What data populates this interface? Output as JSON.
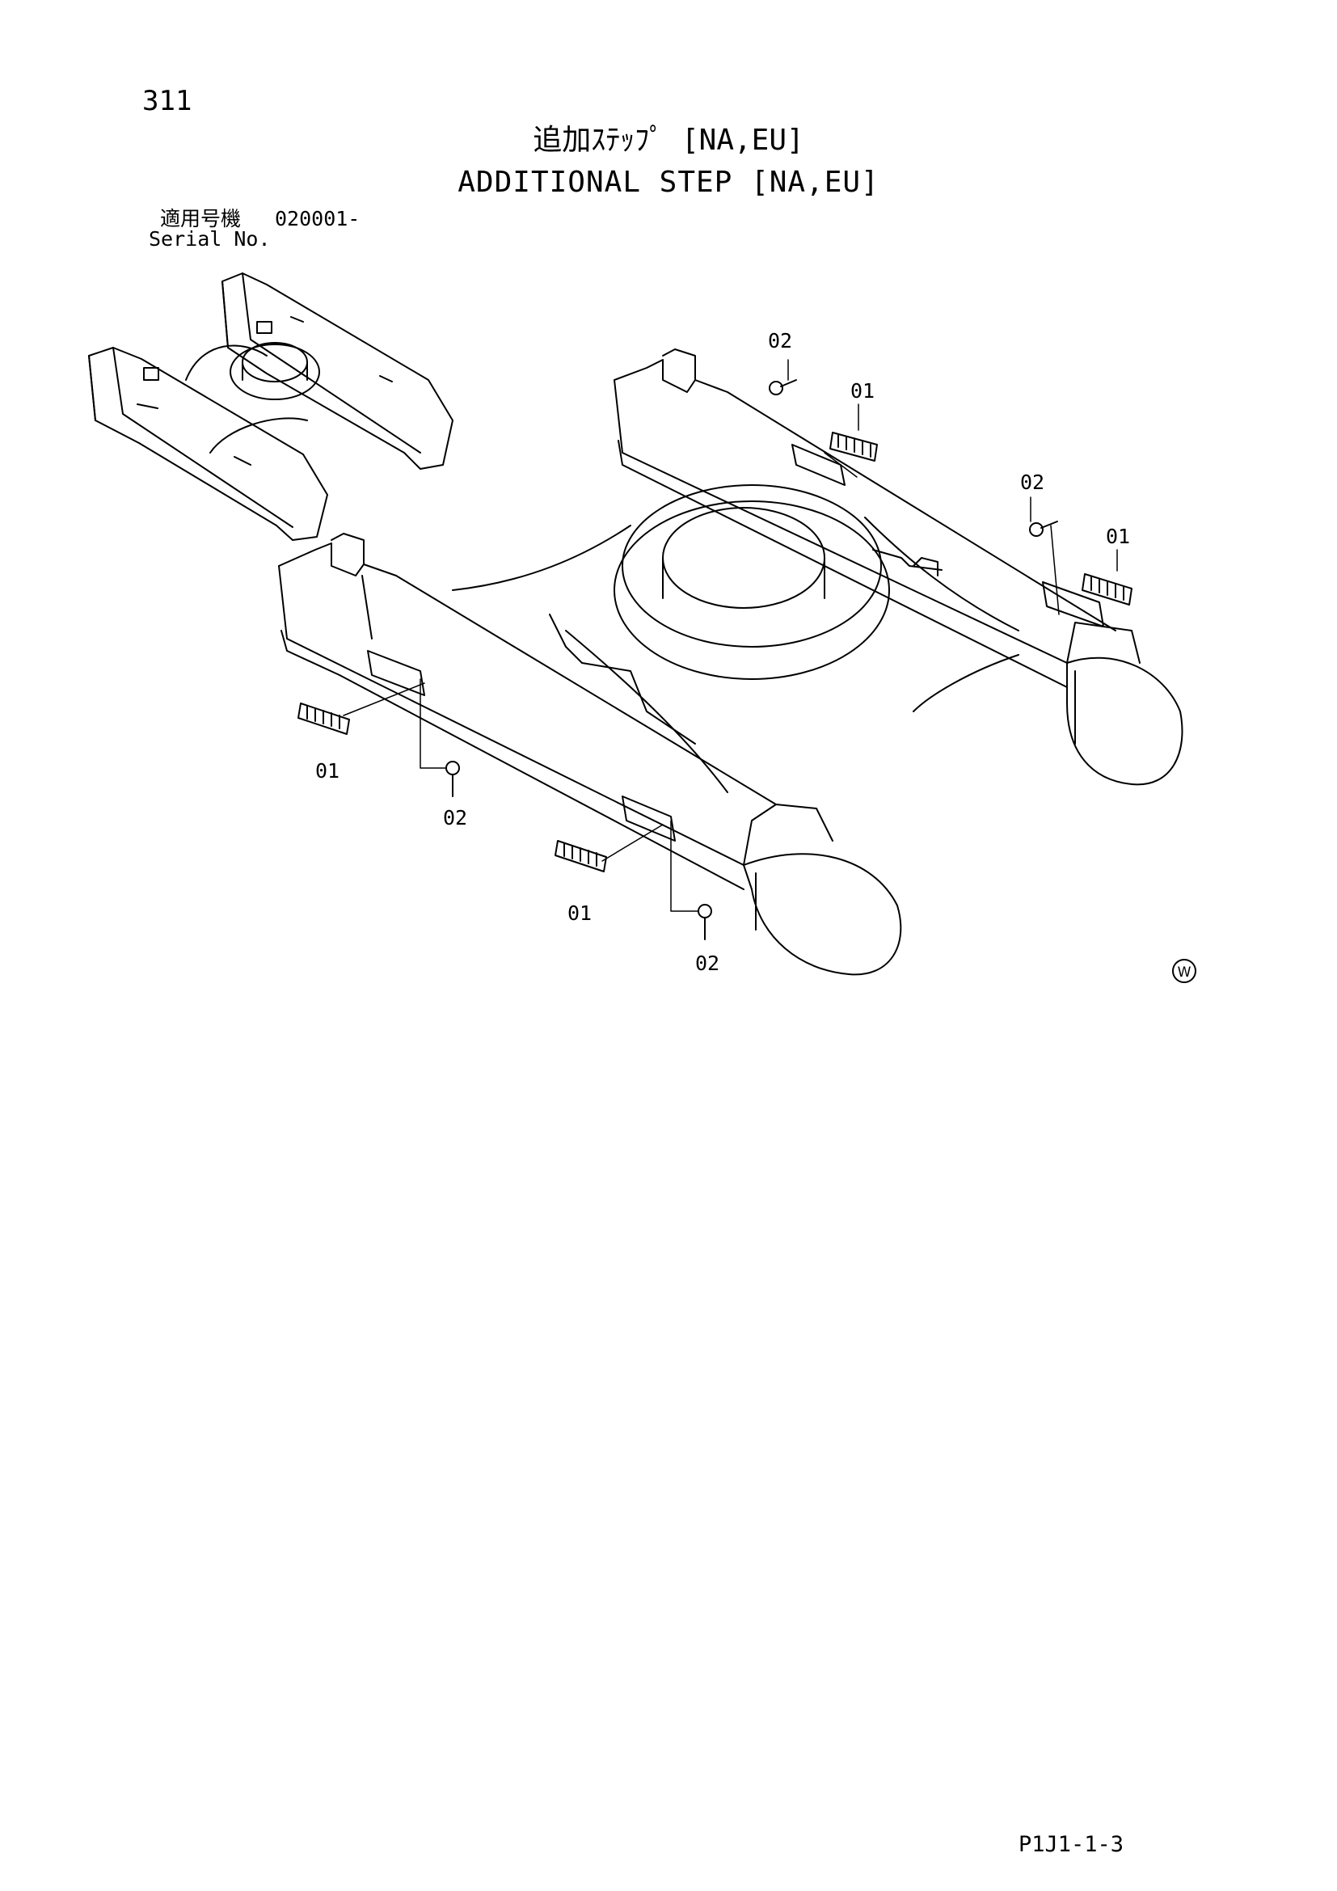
{
  "page": {
    "number": "311",
    "title_jp": "追加ｽﾃｯﾌﾟ [NA,EU]",
    "title_en": "ADDITIONAL STEP [NA,EU]",
    "serial_label_jp": "適用号機",
    "serial_value": "020001-",
    "serial_label_en": "Serial No.",
    "doc_code": "P1J1-1-3",
    "mark": "W"
  },
  "diagram": {
    "callouts": [
      {
        "id": "c1",
        "label": "02"
      },
      {
        "id": "c2",
        "label": "01"
      },
      {
        "id": "c3",
        "label": "02"
      },
      {
        "id": "c4",
        "label": "01"
      },
      {
        "id": "c5",
        "label": "01"
      },
      {
        "id": "c6",
        "label": "02"
      },
      {
        "id": "c7",
        "label": "01"
      },
      {
        "id": "c8",
        "label": "02"
      }
    ]
  }
}
